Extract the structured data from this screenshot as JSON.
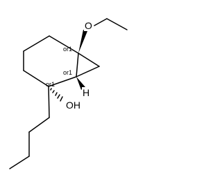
{
  "molecule": {
    "atom_labels": {
      "ether_oxygen": "O",
      "hydroxyl": "OH",
      "bridgehead_hydrogen": "H"
    },
    "stereo_labels": {
      "c1": "or1",
      "c6": "or1",
      "c2": "or1"
    },
    "colors": {
      "bond": "#000000",
      "text": "#000000",
      "background": "#ffffff"
    }
  }
}
